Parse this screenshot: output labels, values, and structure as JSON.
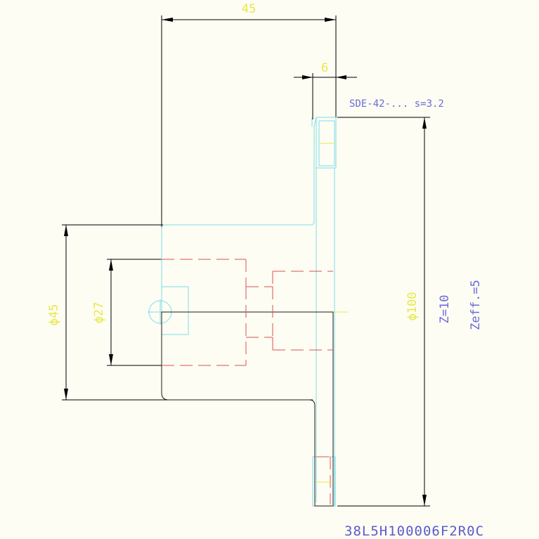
{
  "dimensions": {
    "width_45": "45",
    "width_6": "6",
    "dia_45": "ϕ45",
    "dia_27": "ϕ27",
    "dia_100": "ϕ100"
  },
  "notes": {
    "sde": "SDE-42-...  s=3.2",
    "teeth": "Z=10",
    "zeff": "Zeff.=5"
  },
  "part_code": "38L5H100006F2R0C",
  "colors": {
    "background": "#fdfdf3",
    "dimension_text": "#e8e84a",
    "note_text": "#6b6bdb",
    "outline_cyan": "#7fdcea",
    "hidden_line": "#e05050"
  }
}
